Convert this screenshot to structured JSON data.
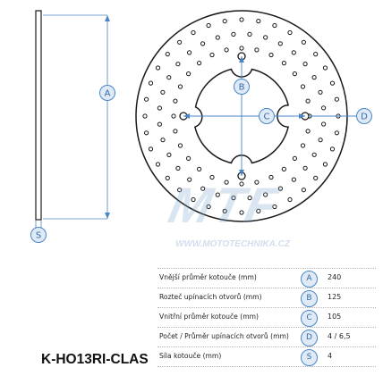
{
  "dimensions": {
    "outer_diameter_label": "A",
    "pitch_circle_label": "B",
    "inner_diameter_label": "C",
    "mounting_holes_label": "D",
    "thickness_label": "S"
  },
  "specs": [
    {
      "label": "Vnější průměr kotouče (mm)",
      "badge": "A",
      "value": "240"
    },
    {
      "label": "Rozteč upínacích otvorů (mm)",
      "badge": "B",
      "value": "125"
    },
    {
      "label": "Vnitřní průměr kotouče (mm)",
      "badge": "C",
      "value": "105"
    },
    {
      "label": "Počet / Průměr upínacích otvorů (mm)",
      "badge": "D",
      "value": "4 / 6,5"
    },
    {
      "label": "Síla kotouče (mm)",
      "badge": "S",
      "value": "4"
    }
  ],
  "product_code": "K-HO13RI-CLAS",
  "watermark": {
    "logo": "MTF",
    "url": "WWW.MOTOTECHNIKA.CZ"
  },
  "colors": {
    "dimension_blue": "#4a86c5",
    "badge_fill": "#dfeaf6",
    "disc_stroke": "#1a1a1a"
  }
}
